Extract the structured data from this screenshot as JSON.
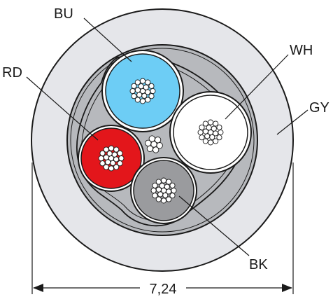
{
  "labels": {
    "bu": "BU",
    "wh": "WH",
    "rd": "RD",
    "gy": "GY",
    "bk": "BK"
  },
  "dimension": {
    "value": "7,24"
  },
  "colors": {
    "jacket_gy": "#e5e6ea",
    "filler": "#b7b9bd",
    "bu": "#6dcdf5",
    "wh": "#ffffff",
    "rd": "#e3161b",
    "bk": "#9a9b9e",
    "strand": "#ffffff",
    "line": "#1a1a1a"
  }
}
